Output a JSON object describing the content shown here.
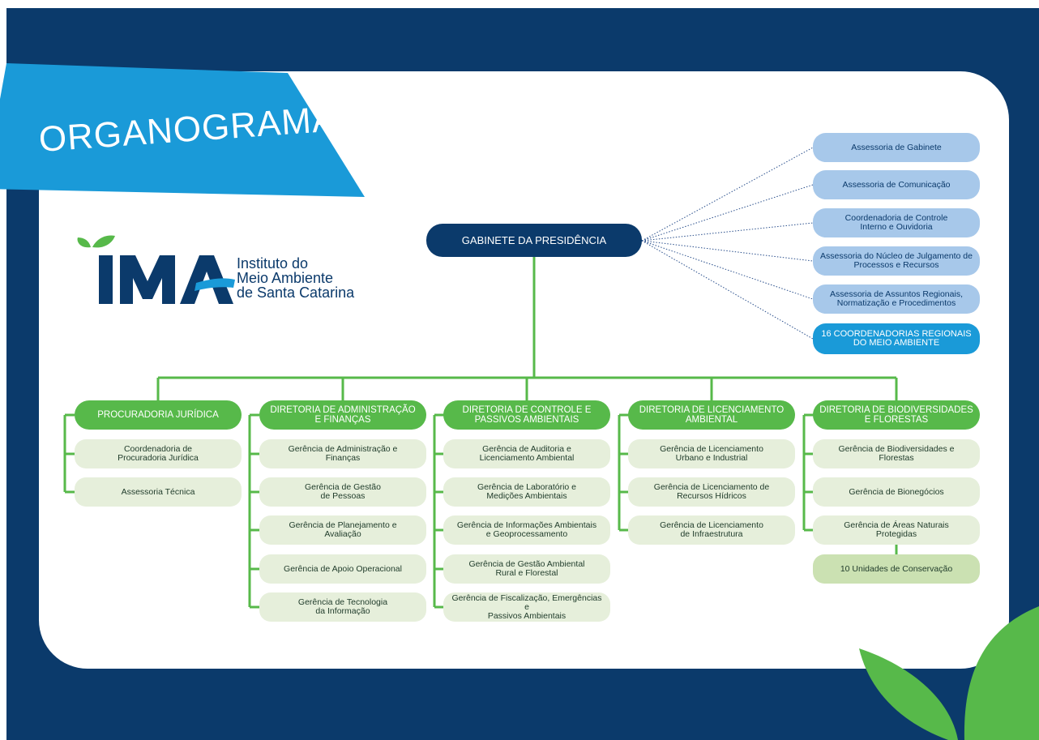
{
  "header": {
    "title": "ORGANOGRAMA"
  },
  "logo": {
    "mark": "IMA",
    "line1": "Instituto do",
    "line2": "Meio Ambiente",
    "line3": "de Santa Catarina"
  },
  "president": "GABINETE DA PRESIDÊNCIA",
  "advisory": [
    "Assessoria de Gabinete",
    "Assessoria de Comunicação",
    "Coordenadoria de Controle\nInterno e Ouvidoria",
    "Assessoria do Núcleo de Julgamento de\nProcessos e Recursos",
    "Assessoria de Assuntos Regionais,\nNormatização e Procedimentos",
    "16 COORDENADORIAS REGIONAIS\nDO MEIO AMBIENTE"
  ],
  "directorates": [
    {
      "title": "PROCURADORIA JURÍDICA",
      "items": [
        "Coordenadoria de\nProcuradoria Jurídica",
        "Assessoria Técnica"
      ]
    },
    {
      "title": "DIRETORIA DE ADMINISTRAÇÃO\nE FINANÇAS",
      "items": [
        "Gerência de Administração e\nFinanças",
        "Gerência de Gestão\nde Pessoas",
        "Gerência de Planejamento e\nAvaliação",
        "Gerência de Apoio Operacional",
        "Gerência de Tecnologia\nda Informação"
      ]
    },
    {
      "title": "DIRETORIA DE CONTROLE E\nPASSIVOS AMBIENTAIS",
      "items": [
        "Gerência de Auditoria e\nLicenciamento Ambiental",
        "Gerência de Laboratório e\nMedições Ambientais",
        "Gerência de Informações Ambientais\ne Geoprocessamento",
        "Gerência de Gestão Ambiental\nRural e Florestal",
        "Gerência de Fiscalização, Emergências e\nPassivos Ambientais"
      ]
    },
    {
      "title": "DIRETORIA DE LICENCIAMENTO\nAMBIENTAL",
      "items": [
        "Gerência de Licenciamento\nUrbano e Industrial",
        "Gerência de Licenciamento de\nRecursos Hídricos",
        "Gerência de Licenciamento\nde Infraestrutura"
      ]
    },
    {
      "title": "DIRETORIA DE BIODIVERSIDADES\nE FLORESTAS",
      "items": [
        "Gerência de Biodiversidades e\nFlorestas",
        "Gerência de Bionegócios",
        "Gerência de Áreas Naturais\nProtegidas"
      ],
      "extra": "10 Unidades de Conservação"
    }
  ],
  "colors": {
    "navy": "#0b3a6b",
    "banner": "#1a9ad8",
    "green": "#57b94a",
    "advisory": "#a7c8ea",
    "item": "#e6efdb"
  }
}
